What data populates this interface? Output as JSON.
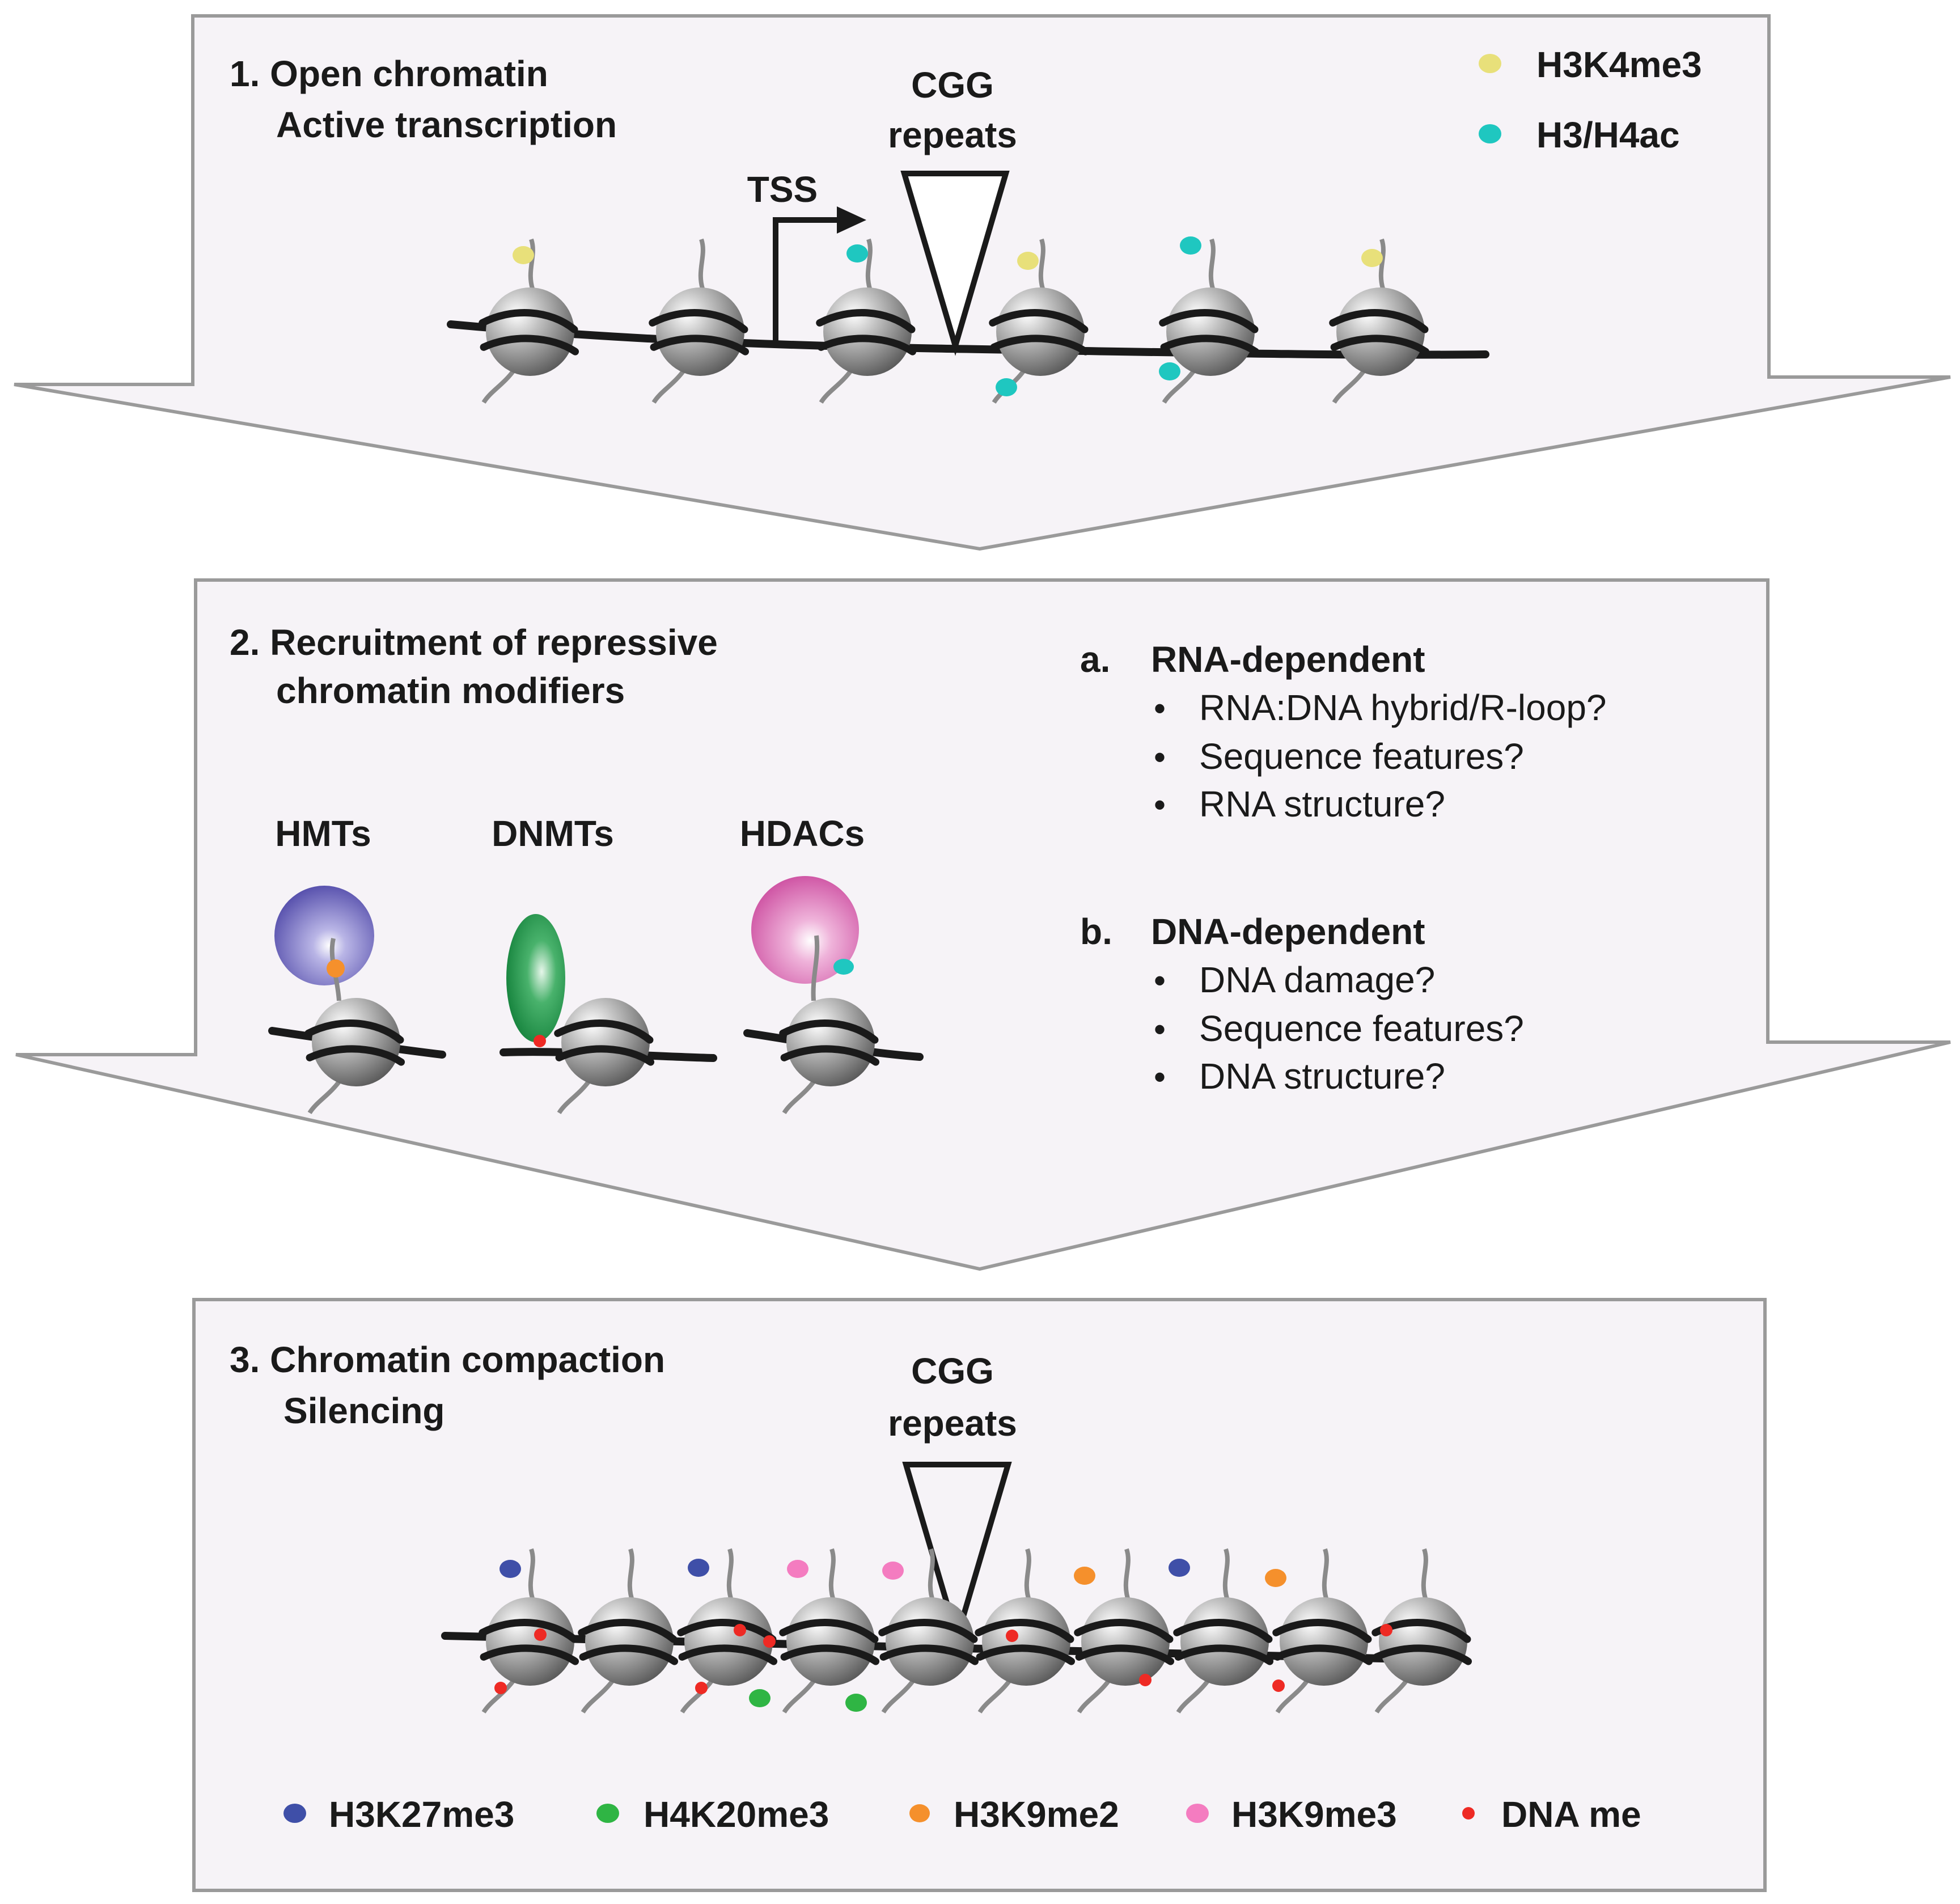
{
  "colors": {
    "panel_fill": "#f6f3f7",
    "panel_stroke": "#9a9a9a",
    "dna": "#1a1a1a",
    "nucleosome": "#8c8c8c",
    "tail": "#8a8a8a",
    "H3K4me3": "#e8e07a",
    "H3H4ac": "#1fc7c0",
    "H3K27me3": "#3f4fa8",
    "H4K20me3": "#2fb544",
    "H3K9me2": "#f5902c",
    "H3K9me3": "#f47cc0",
    "DNA_me": "#ee2a24",
    "HMT": "#5a52b0",
    "DNMT": "#128a3c",
    "HDAC": "#d54fa6"
  },
  "panel1": {
    "title_line1": "1. Open chromatin",
    "title_line2": "Active transcription",
    "tss_label": "TSS",
    "cgg_line1": "CGG",
    "cgg_line2": "repeats",
    "legend": [
      {
        "label": "H3K4me3",
        "color_key": "H3K4me3"
      },
      {
        "label": "H3/H4ac",
        "color_key": "H3H4ac"
      }
    ]
  },
  "panel2": {
    "title_line1": "2. Recruitment of repressive",
    "title_line2": "chromatin modifiers",
    "enzymes": [
      "HMTs",
      "DNMTs",
      "HDACs"
    ],
    "section_a": {
      "marker": "a.",
      "heading": "RNA-dependent",
      "bullets": [
        "RNA:DNA hybrid/R-loop?",
        "Sequence features?",
        "RNA structure?"
      ]
    },
    "section_b": {
      "marker": "b.",
      "heading": "DNA-dependent",
      "bullets": [
        "DNA damage?",
        "Sequence features?",
        "DNA structure?"
      ]
    },
    "bullet_char": "•"
  },
  "panel3": {
    "title_line1": "3. Chromatin compaction",
    "title_line2": "Silencing",
    "cgg_line1": "CGG",
    "cgg_line2": "repeats",
    "legend": [
      {
        "label": "H3K27me3",
        "color_key": "H3K27me3"
      },
      {
        "label": "H4K20me3",
        "color_key": "H4K20me3"
      },
      {
        "label": "H3K9me2",
        "color_key": "H3K9me2"
      },
      {
        "label": "H3K9me3",
        "color_key": "H3K9me3"
      },
      {
        "label": "DNA me",
        "color_key": "DNA_me"
      }
    ]
  }
}
